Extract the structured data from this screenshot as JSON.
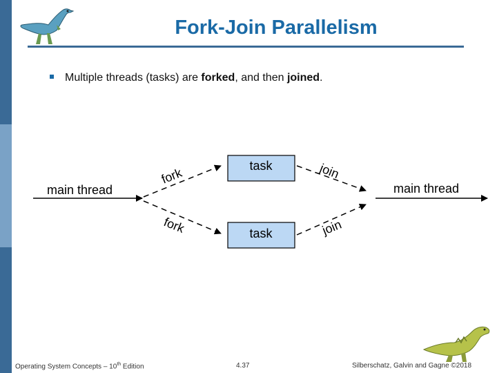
{
  "slide": {
    "title": "Fork-Join Parallelism",
    "bullet": {
      "prefix": "Multiple threads (tasks) are ",
      "bold1": "forked",
      "middle": ", and then ",
      "bold2": "joined",
      "suffix": "."
    }
  },
  "diagram": {
    "left_label": "main thread",
    "right_label": "main thread",
    "task_top": "task",
    "task_bottom": "task",
    "fork_top": "fork",
    "fork_bottom": "fork",
    "join_top": "join",
    "join_bottom": "join"
  },
  "footer": {
    "left_prefix": "Operating System Concepts – 10",
    "left_sup": "th",
    "left_suffix": " Edition",
    "page": "4.37",
    "right": "Silberschatz, Galvin and Gagne ©2018"
  },
  "colors": {
    "accent": "#1a6aa6",
    "sidebar": "#3a6a96",
    "task_fill": "#bcd8f4"
  },
  "icons": {
    "top_left": "dinosaur-icon",
    "bottom_right": "dinosaur-icon"
  }
}
